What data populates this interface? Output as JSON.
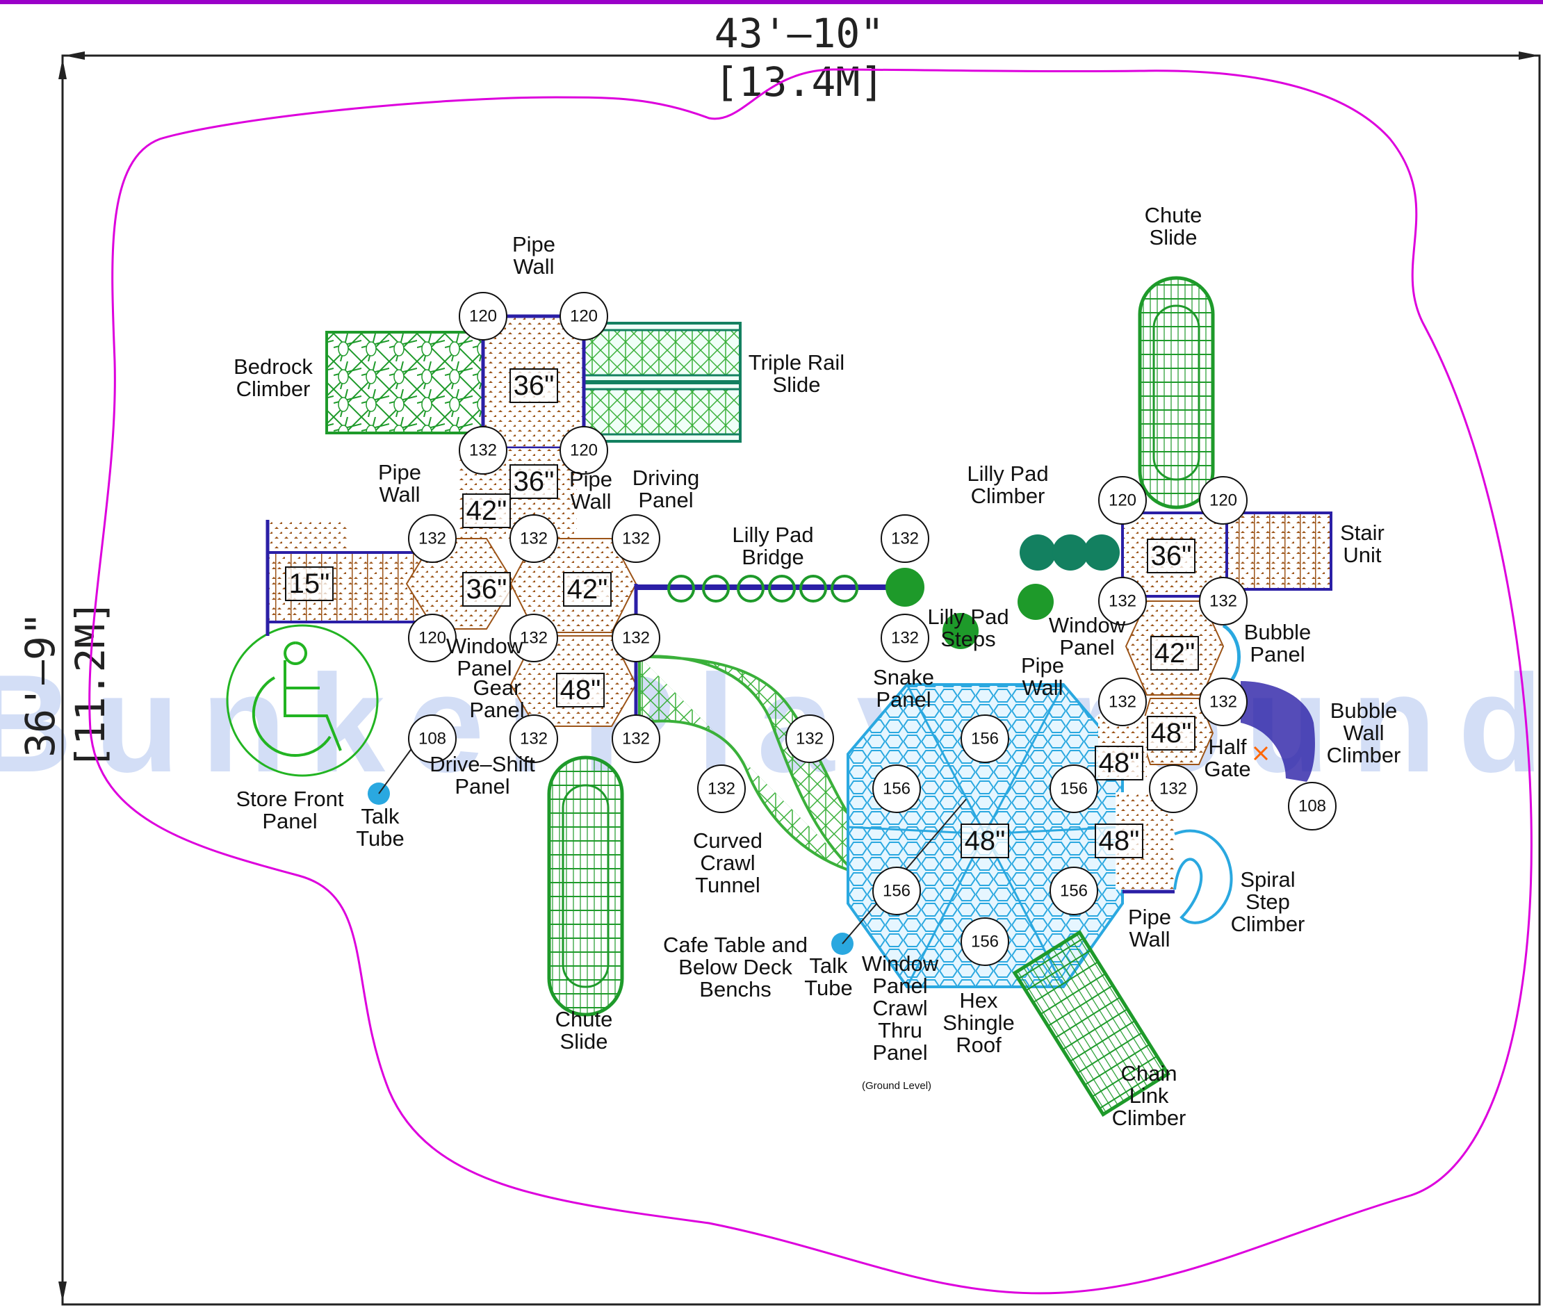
{
  "colors": {
    "boundary": "#dd00dd",
    "topbar": "#9a00c8",
    "deck": "#9c5418",
    "slide_green": "#1e9a2a",
    "teal": "#138060",
    "navy": "#2b1fa6",
    "hex_roof": "#2aa8e0",
    "tunnel": "#3ab03a"
  },
  "dimensions": {
    "width_ft": "43'–10\"",
    "width_m": "[13.4M]",
    "depth_ft": "36'–9\"",
    "depth_m": "[11.2M]"
  },
  "watermark": "BunkerPlayground",
  "decks": [
    "36\"",
    "36\"",
    "42\"",
    "15\"",
    "36\"",
    "42\"",
    "48\"",
    "36\"",
    "42\"",
    "48\"",
    "48\"",
    "48\"",
    "48\""
  ],
  "posts": [
    "120",
    "120",
    "132",
    "120",
    "132",
    "132",
    "132",
    "120",
    "132",
    "132",
    "108",
    "132",
    "132",
    "132",
    "132",
    "132",
    "132",
    "120",
    "120",
    "132",
    "132",
    "132",
    "132",
    "108",
    "132",
    "156",
    "156",
    "156",
    "156",
    "156",
    "156"
  ],
  "labels": {
    "pipe_wall_top": "Pipe\nWall",
    "bedrock_climber": "Bedrock\nClimber",
    "triple_rail_slide": "Triple Rail\nSlide",
    "pipe_wall_left": "Pipe\nWall",
    "pipe_wall_mid": "Pipe\nWall",
    "driving_panel": "Driving\nPanel",
    "lilly_pad_bridge": "Lilly Pad\nBridge",
    "lilly_pad_climber": "Lilly Pad\nClimber",
    "chute_slide_top": "Chute\nSlide",
    "stair_unit": "Stair\nUnit",
    "lilly_pad_steps": "Lilly Pad\nSteps",
    "window_panel_right": "Window\nPanel",
    "bubble_panel": "Bubble\nPanel",
    "pipe_wall_right": "Pipe\nWall",
    "snake_panel": "Snake\nPanel",
    "bubble_wall_climber": "Bubble\nWall\nClimber",
    "half_gate": "Half\nGate",
    "window_panel_left": "Window\nPanel",
    "gear_panel": "Gear\nPanel",
    "drive_shift_panel": "Drive–Shift\nPanel",
    "store_front_panel": "Store Front\nPanel",
    "talk_tube_left": "Talk\nTube",
    "curved_crawl_tunnel": "Curved\nCrawl\nTunnel",
    "cafe_table": "Cafe Table and\nBelow Deck\nBenchs",
    "talk_tube_mid": "Talk\nTube",
    "window_panel_crawl": "Window\nPanel\nCrawl\nThru\nPanel",
    "ground_level": "(Ground Level)",
    "hex_shingle_roof": "Hex\nShingle\nRoof",
    "pipe_wall_bottom": "Pipe\nWall",
    "spiral_step_climber": "Spiral\nStep\nClimber",
    "chute_slide_bottom": "Chute\nSlide",
    "chain_link_climber": "Chain\nLink\nClimber"
  }
}
